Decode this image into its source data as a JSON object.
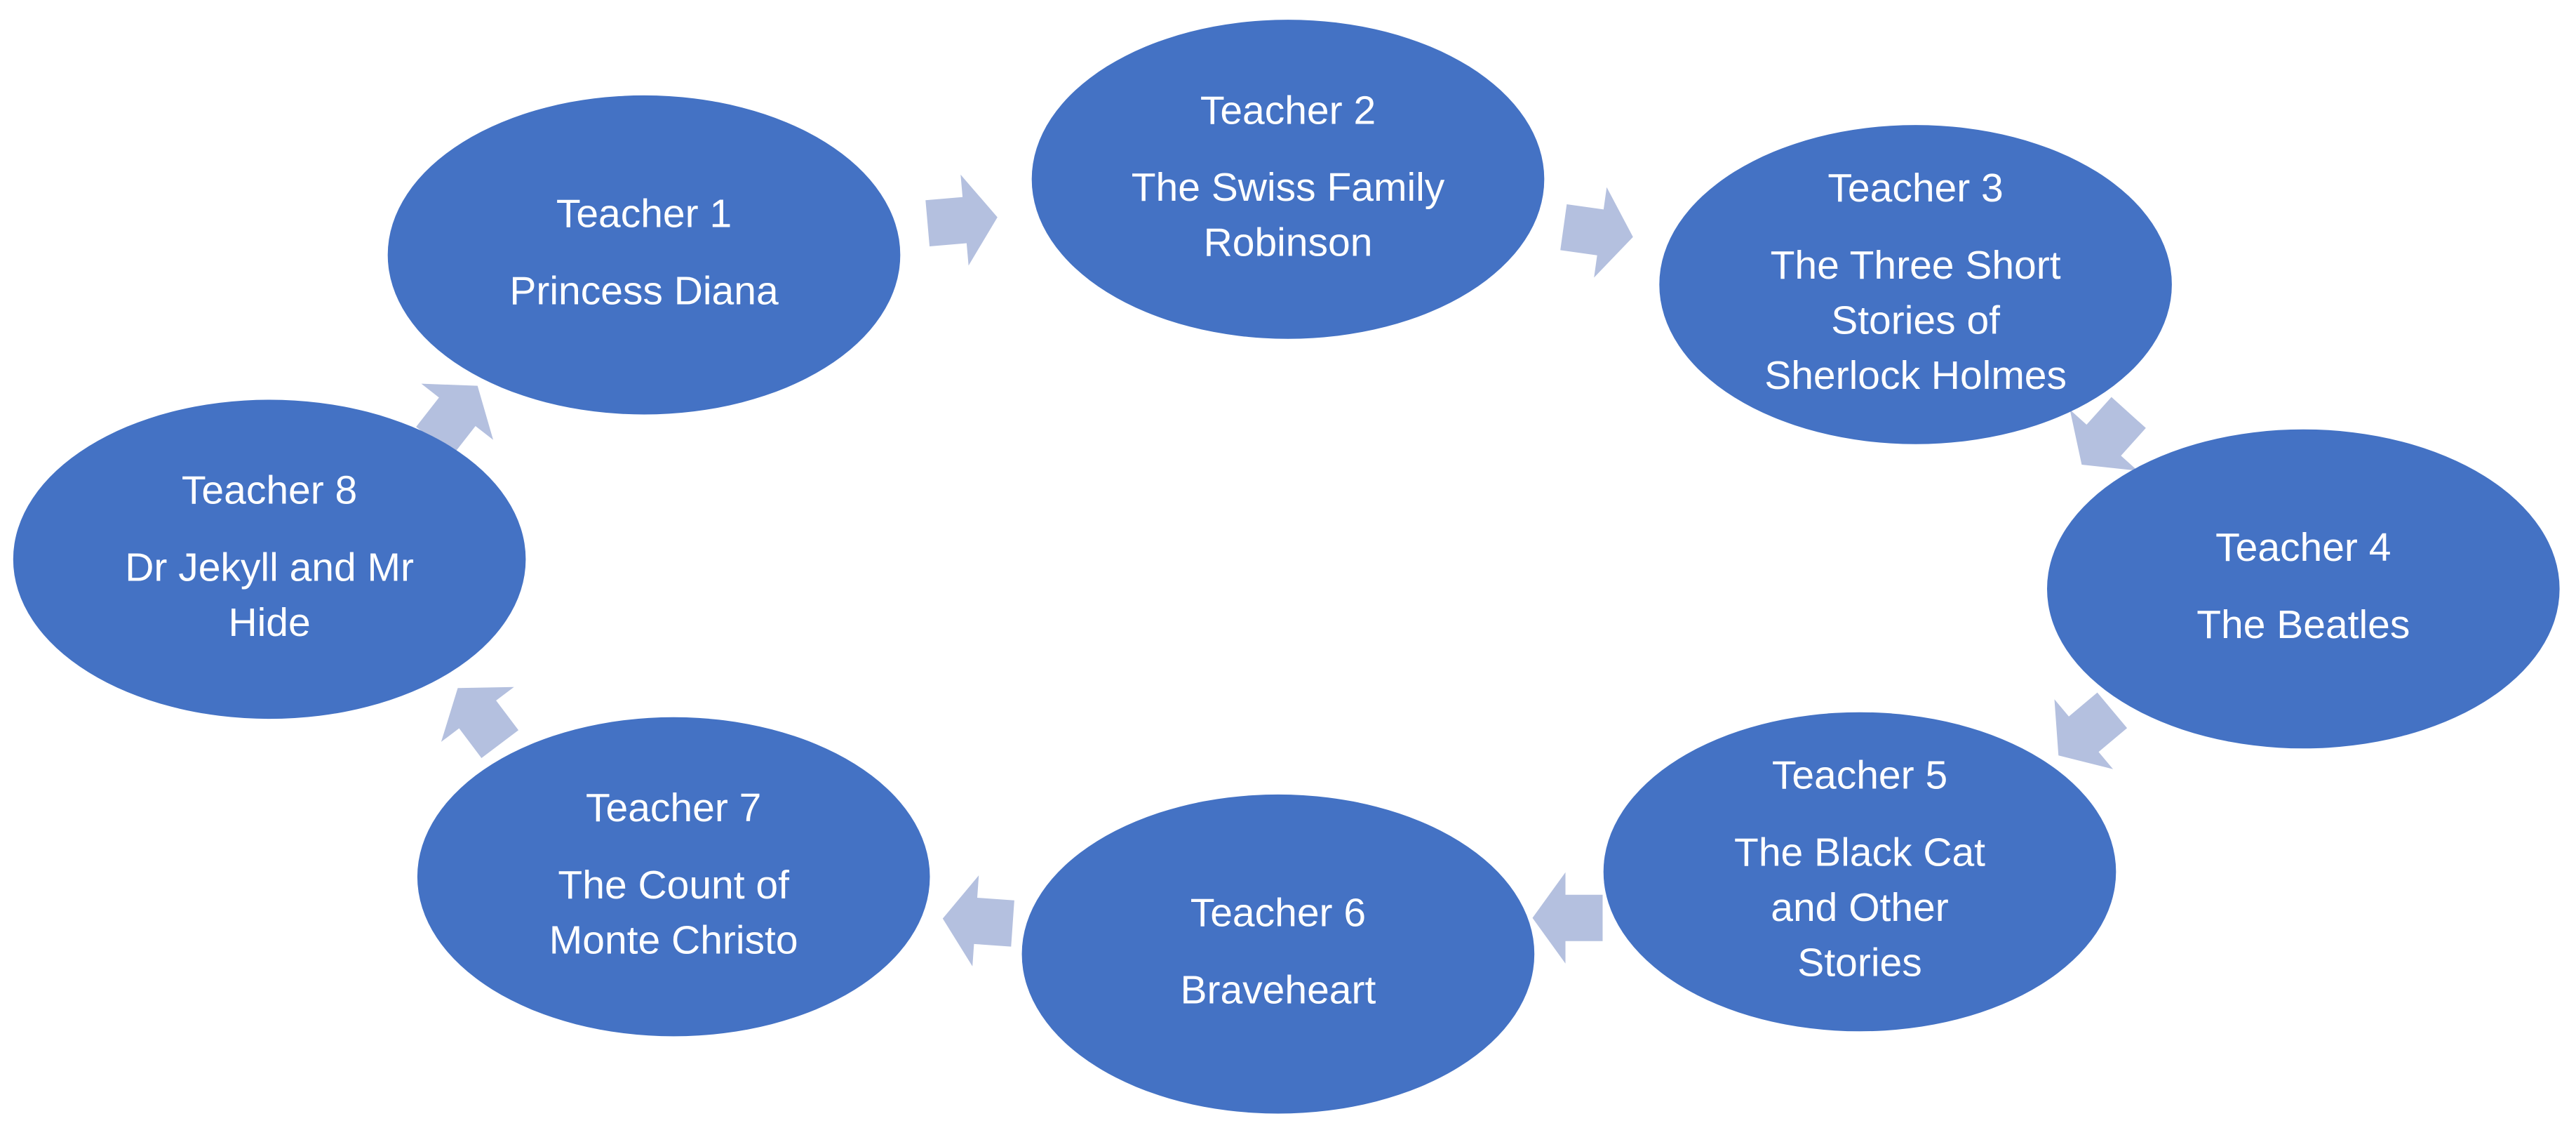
{
  "colors": {
    "node_fill": "#4472c4",
    "arrow_fill": "#b4c0df",
    "text": "#ffffff",
    "background": "#ffffff"
  },
  "nodes": [
    {
      "title": "Teacher 1",
      "lines": [
        "Princess Diana"
      ]
    },
    {
      "title": "Teacher 2",
      "lines": [
        "The Swiss Family",
        "Robinson"
      ]
    },
    {
      "title": "Teacher 3",
      "lines": [
        "The Three Short",
        "Stories of",
        "Sherlock Holmes"
      ]
    },
    {
      "title": "Teacher 4",
      "lines": [
        "The Beatles"
      ]
    },
    {
      "title": "Teacher 5",
      "lines": [
        "The Black Cat",
        "and Other",
        "Stories"
      ]
    },
    {
      "title": "Teacher 6",
      "lines": [
        "Braveheart"
      ]
    },
    {
      "title": "Teacher 7",
      "lines": [
        "The Count of",
        "Monte Christo"
      ]
    },
    {
      "title": "Teacher 8",
      "lines": [
        "Dr Jekyll and Mr",
        "Hide"
      ]
    }
  ],
  "arrows": [
    {
      "from": "Teacher 1",
      "to": "Teacher 2"
    },
    {
      "from": "Teacher 2",
      "to": "Teacher 3"
    },
    {
      "from": "Teacher 3",
      "to": "Teacher 4"
    },
    {
      "from": "Teacher 4",
      "to": "Teacher 5"
    },
    {
      "from": "Teacher 5",
      "to": "Teacher 6"
    },
    {
      "from": "Teacher 6",
      "to": "Teacher 7"
    },
    {
      "from": "Teacher 7",
      "to": "Teacher 8"
    },
    {
      "from": "Teacher 8",
      "to": "Teacher 1"
    }
  ]
}
